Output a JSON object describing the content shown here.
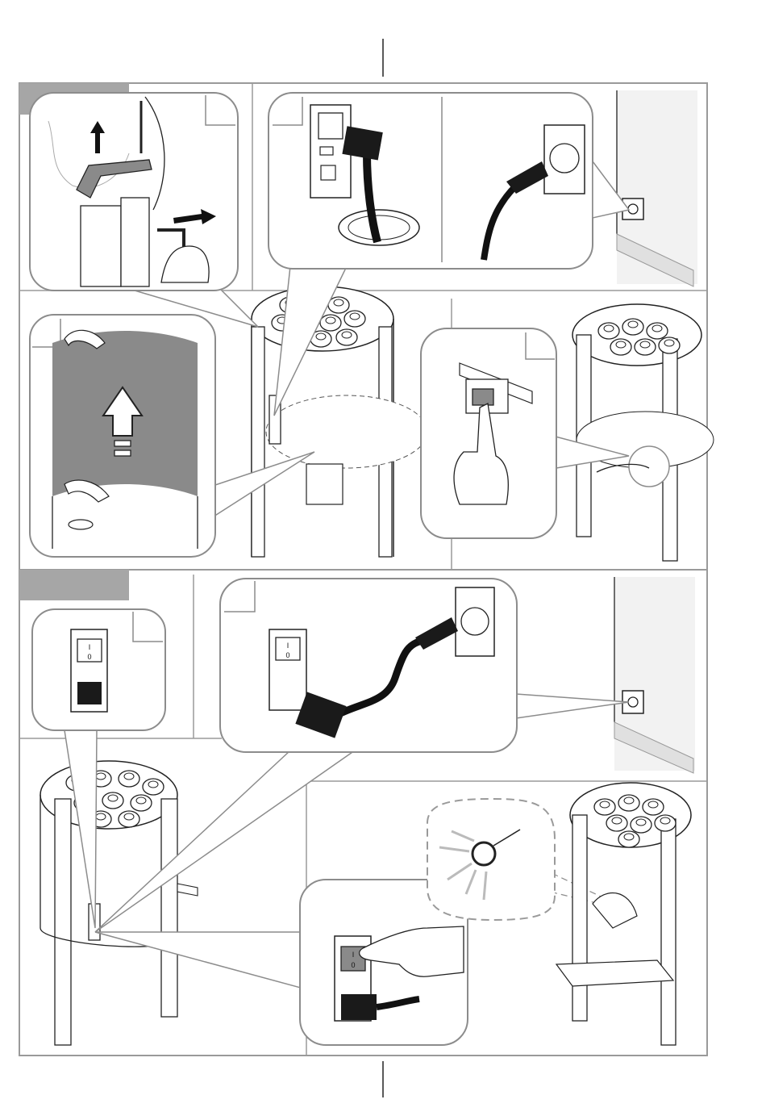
{
  "page": {
    "kind": "installation-manual-illustration",
    "colors": {
      "frame": "#9a9a9a",
      "line": "#222222",
      "callout": "#8c8c8c",
      "panel_fill": "#8a8a8a",
      "header_tab": "#a6a6a6",
      "wall_shade": "#e6e6e6",
      "plug": "#1a1a1a",
      "hand_fill": "#ffffff"
    }
  },
  "switch_symbols": {
    "on_mark": "I",
    "off_mark": "0"
  },
  "sections": [
    {
      "id": "section-1",
      "steps": [
        {
          "name": "remove-bracket",
          "icons": [
            "up-arrow-icon",
            "right-arrow-icon",
            "hex-key-icon",
            "hand-icon"
          ]
        },
        {
          "name": "connect-power-cable",
          "icons": [
            "plug-icon",
            "socket-icon",
            "cable-grommet-icon"
          ]
        },
        {
          "name": "wall-socket-view",
          "icons": [
            "wall-socket-icon"
          ]
        },
        {
          "name": "lift-cover-panel",
          "icons": [
            "up-arrow-icon",
            "hand-icon"
          ]
        },
        {
          "name": "press-power-switch",
          "icons": [
            "rocker-switch-icon",
            "hand-icon"
          ]
        }
      ]
    },
    {
      "id": "section-2",
      "steps": [
        {
          "name": "switch-detail",
          "icons": [
            "rocker-switch-icon",
            "iec-inlet-icon"
          ]
        },
        {
          "name": "connect-wall-plug",
          "icons": [
            "plug-icon",
            "socket-icon",
            "cable-icon"
          ]
        },
        {
          "name": "turn-on-switch",
          "icons": [
            "rocker-switch-icon",
            "hand-icon",
            "plug-icon"
          ]
        },
        {
          "name": "indicator-lit",
          "icons": [
            "indicator-light-icon"
          ]
        }
      ]
    }
  ]
}
